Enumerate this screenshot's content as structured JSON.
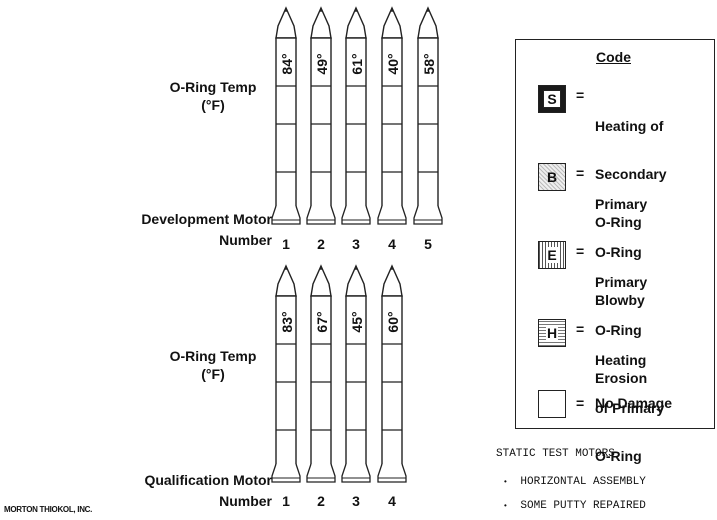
{
  "top_group": {
    "temp_label_line1": "O-Ring Temp",
    "temp_label_line2": "(°F)",
    "motor_label_line1": "Development Motor",
    "motor_label_line2": "Number",
    "motors": [
      {
        "number": "1",
        "temp": "84°"
      },
      {
        "number": "2",
        "temp": "49°"
      },
      {
        "number": "3",
        "temp": "61°"
      },
      {
        "number": "4",
        "temp": "40°"
      },
      {
        "number": "5",
        "temp": "58°"
      }
    ]
  },
  "bottom_group": {
    "temp_label_line1": "O-Ring Temp",
    "temp_label_line2": "(°F)",
    "motor_label_line1": "Qualification Motor",
    "motor_label_line2": "Number",
    "motors": [
      {
        "number": "1",
        "temp": "83°"
      },
      {
        "number": "2",
        "temp": "67°"
      },
      {
        "number": "3",
        "temp": "45°"
      },
      {
        "number": "4",
        "temp": "60°"
      }
    ]
  },
  "legend": {
    "title": "Code",
    "equals": "=",
    "items": [
      {
        "letter": "S",
        "line1": "Heating of",
        "line2": "Secondary",
        "line3": "O-Ring"
      },
      {
        "letter": "B",
        "line1": "Primary",
        "line2": "O-Ring",
        "line3": "Blowby"
      },
      {
        "letter": "E",
        "line1": "Primary",
        "line2": "O-Ring",
        "line3": "Erosion"
      },
      {
        "letter": "H",
        "line1": "Heating",
        "line2": "of Primary",
        "line3": "O-Ring"
      },
      {
        "letter": "",
        "line1": "No Damage",
        "line2": "",
        "line3": ""
      }
    ]
  },
  "notes": {
    "heading": "STATIC TEST MOTORS",
    "bullet": "•",
    "items": [
      "HORIZONTAL ASSEMBLY",
      "SOME PUTTY REPAIRED"
    ]
  },
  "footer": "MORTON THIOKOL, INC."
}
